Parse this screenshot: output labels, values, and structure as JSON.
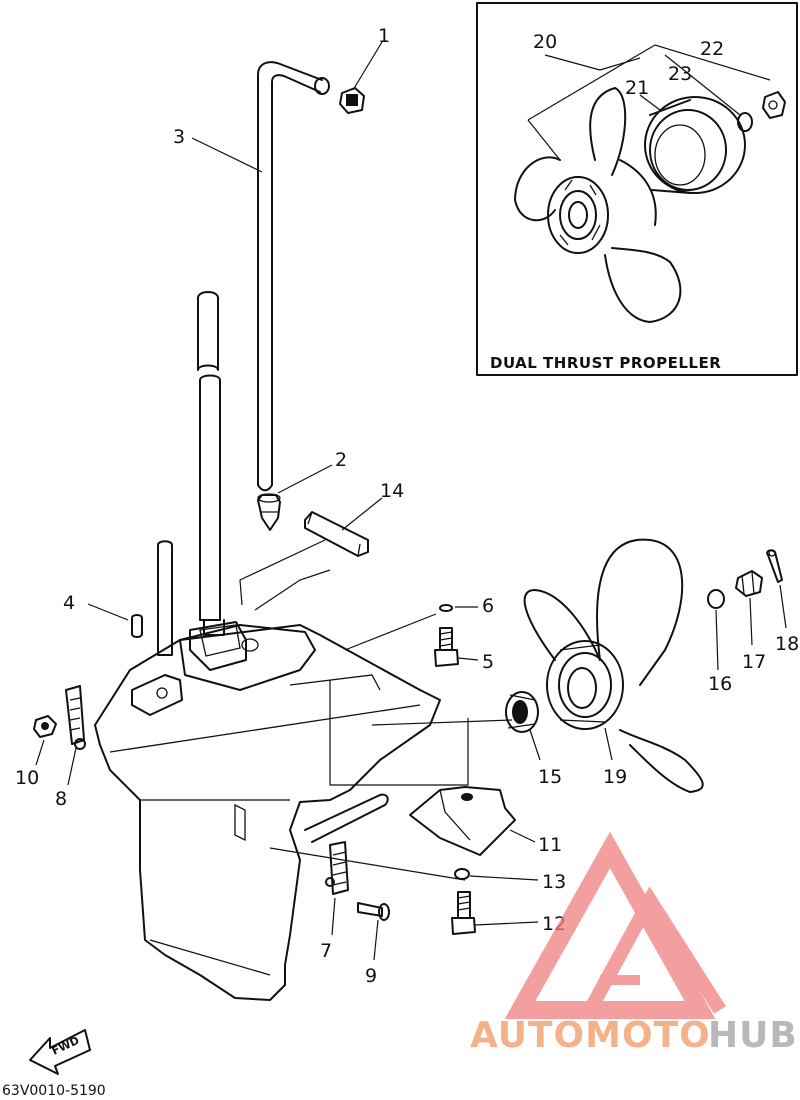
{
  "inset": {
    "title": "DUAL THRUST PROPELLER"
  },
  "callouts": [
    "1",
    "2",
    "3",
    "4",
    "5",
    "6",
    "7",
    "8",
    "9",
    "10",
    "11",
    "12",
    "13",
    "14",
    "15",
    "16",
    "17",
    "18",
    "19",
    "20",
    "21",
    "22",
    "23"
  ],
  "direction_label": "FWD",
  "diagram_code": "63V0010-5190",
  "watermark": {
    "part1": "AUTOMOTO",
    "part2": "HUB",
    "color1": "#f4b28a",
    "color2": "#b8b8b8",
    "logo_color": "#f08080"
  }
}
